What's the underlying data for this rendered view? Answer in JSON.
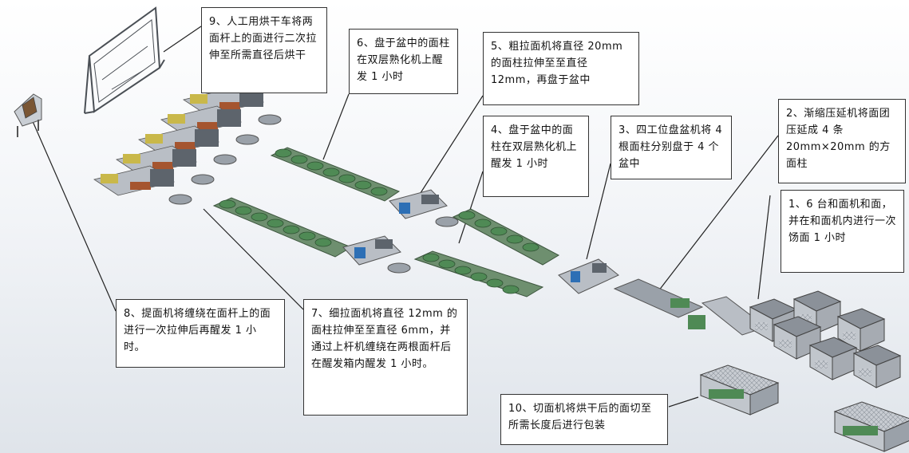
{
  "labels": {
    "step1": "1、6 台和面机和面，并在和面机内进行一次饧面 1 小时",
    "step2": "2、渐缩压延机将面团压延成 4 条 20mm×20mm 的方面柱",
    "step3": "3、四工位盘盆机将 4 根面柱分别盘于 4 个盆中",
    "step4": "4、盘于盆中的面柱在双层熟化机上醒发 1 小时",
    "step5": "5、粗拉面机将直径 20mm 的面柱拉伸至至直径 12mm，再盘于盆中",
    "step6": "6、盘于盆中的面柱在双层熟化机上醒发 1 小时",
    "step7": "7、细拉面机将直径 12mm 的面柱拉伸至至直径 6mm，并通过上杆机缠绕在两根面杆后在醒发箱内醒发 1 小时。",
    "step8": "8、提面机将缠绕在面杆上的面进行一次拉伸后再醒发 1 小时。",
    "step9": "9、人工用烘干车将两面杆上的面进行二次拉伸至所需直径后烘干",
    "step10": "10、切面机将烘干后的面切至所需长度后进行包装"
  },
  "colors": {
    "machine_gray": "#b9bec5",
    "machine_dark": "#5d646c",
    "conveyor_green": "#4f8a55",
    "panel_blue": "#2d6fb5",
    "yellow_unit": "#c9b84a",
    "brown_unit": "#a5552f",
    "leader_line": "#222222"
  }
}
